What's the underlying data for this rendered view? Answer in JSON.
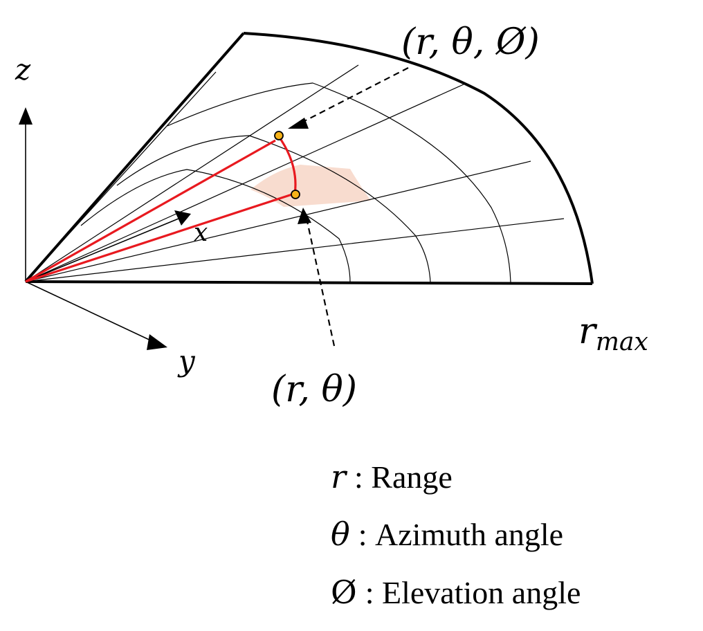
{
  "axes": {
    "z": "z",
    "x": "x",
    "y": "y"
  },
  "labels": {
    "point_3d": "(r, θ, Ø)",
    "point_2d": "(r, θ)",
    "r_max_base": "r",
    "r_max_sub": "max"
  },
  "legend": [
    {
      "symbol": "r",
      "text": ": Range"
    },
    {
      "symbol": "θ",
      "text": ": Azimuth angle"
    },
    {
      "symbol": "Ø",
      "text": ": Elevation angle"
    }
  ],
  "colors": {
    "ray": "#e8191f",
    "point_fill": "#f6b219",
    "cell_fill": "#f8dccf",
    "grid": "#000000"
  }
}
